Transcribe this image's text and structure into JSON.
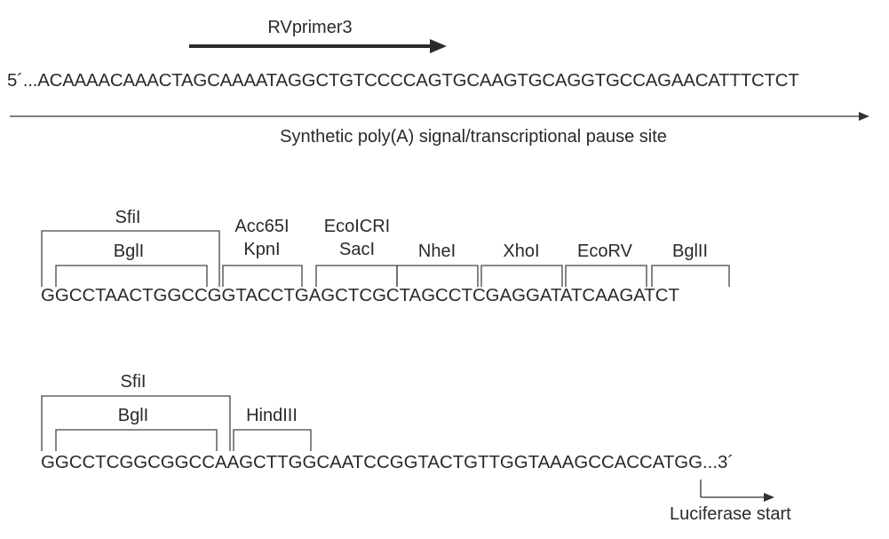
{
  "top": {
    "primer_label": "RVprimer3",
    "sequence": "5´...ACAAAACAAACTAGCAAAATAGGCTGTCCCCAGTGCAAGTGCAGGTGCCAGAACATTTCTCT",
    "feature_label": "Synthetic poly(A) signal/transcriptional pause site"
  },
  "mcs1": {
    "sequence": "GGCCTAACTGGCCGGTACCTGAGCTCGCTAGCCTCGAGGATATCAAGATCT",
    "sites": {
      "sfi": "SfiI",
      "bgl": "BglI",
      "acc65": "Acc65I",
      "kpn": "KpnI",
      "ecoicr": "EcoICRI",
      "sac": "SacI",
      "nhe": "NheI",
      "xho": "XhoI",
      "ecorv": "EcoRV",
      "bglii": "BglII"
    }
  },
  "mcs2": {
    "sequence": "GGCCTCGGCGGCCAAGCTTGGCAATCCGGTACTGTTGGTAAAGCCACCATGG...3´",
    "sites": {
      "sfi": "SfiI",
      "bgl": "BglI",
      "hind": "HindIII"
    },
    "luc_label": "Luciferase start"
  },
  "colors": {
    "ink": "#2a2a2a",
    "line": "#444444"
  }
}
